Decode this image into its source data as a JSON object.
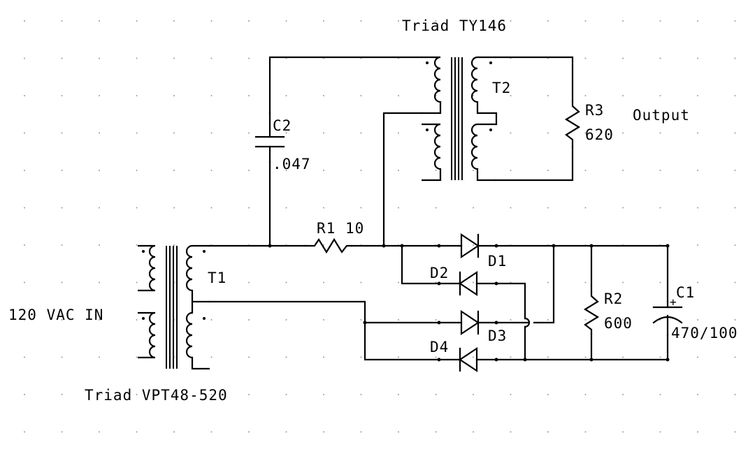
{
  "schematic": {
    "title_t2": "Triad TY146",
    "title_t1": "Triad VPT48-520",
    "input": "120 VAC IN",
    "output": "Output",
    "t1": {
      "ref": "T1"
    },
    "t2": {
      "ref": "T2"
    },
    "c1": {
      "ref": "C1",
      "value": "470/100",
      "polarity": "+"
    },
    "c2": {
      "ref": "C2",
      "value": ".047"
    },
    "r1": {
      "ref": "R1",
      "value": "10"
    },
    "r2": {
      "ref": "R2",
      "value": "600"
    },
    "r3": {
      "ref": "R3",
      "value": "620"
    },
    "d1": {
      "ref": "D1"
    },
    "d2": {
      "ref": "D2"
    },
    "d3": {
      "ref": "D3"
    },
    "d4": {
      "ref": "D4"
    }
  }
}
